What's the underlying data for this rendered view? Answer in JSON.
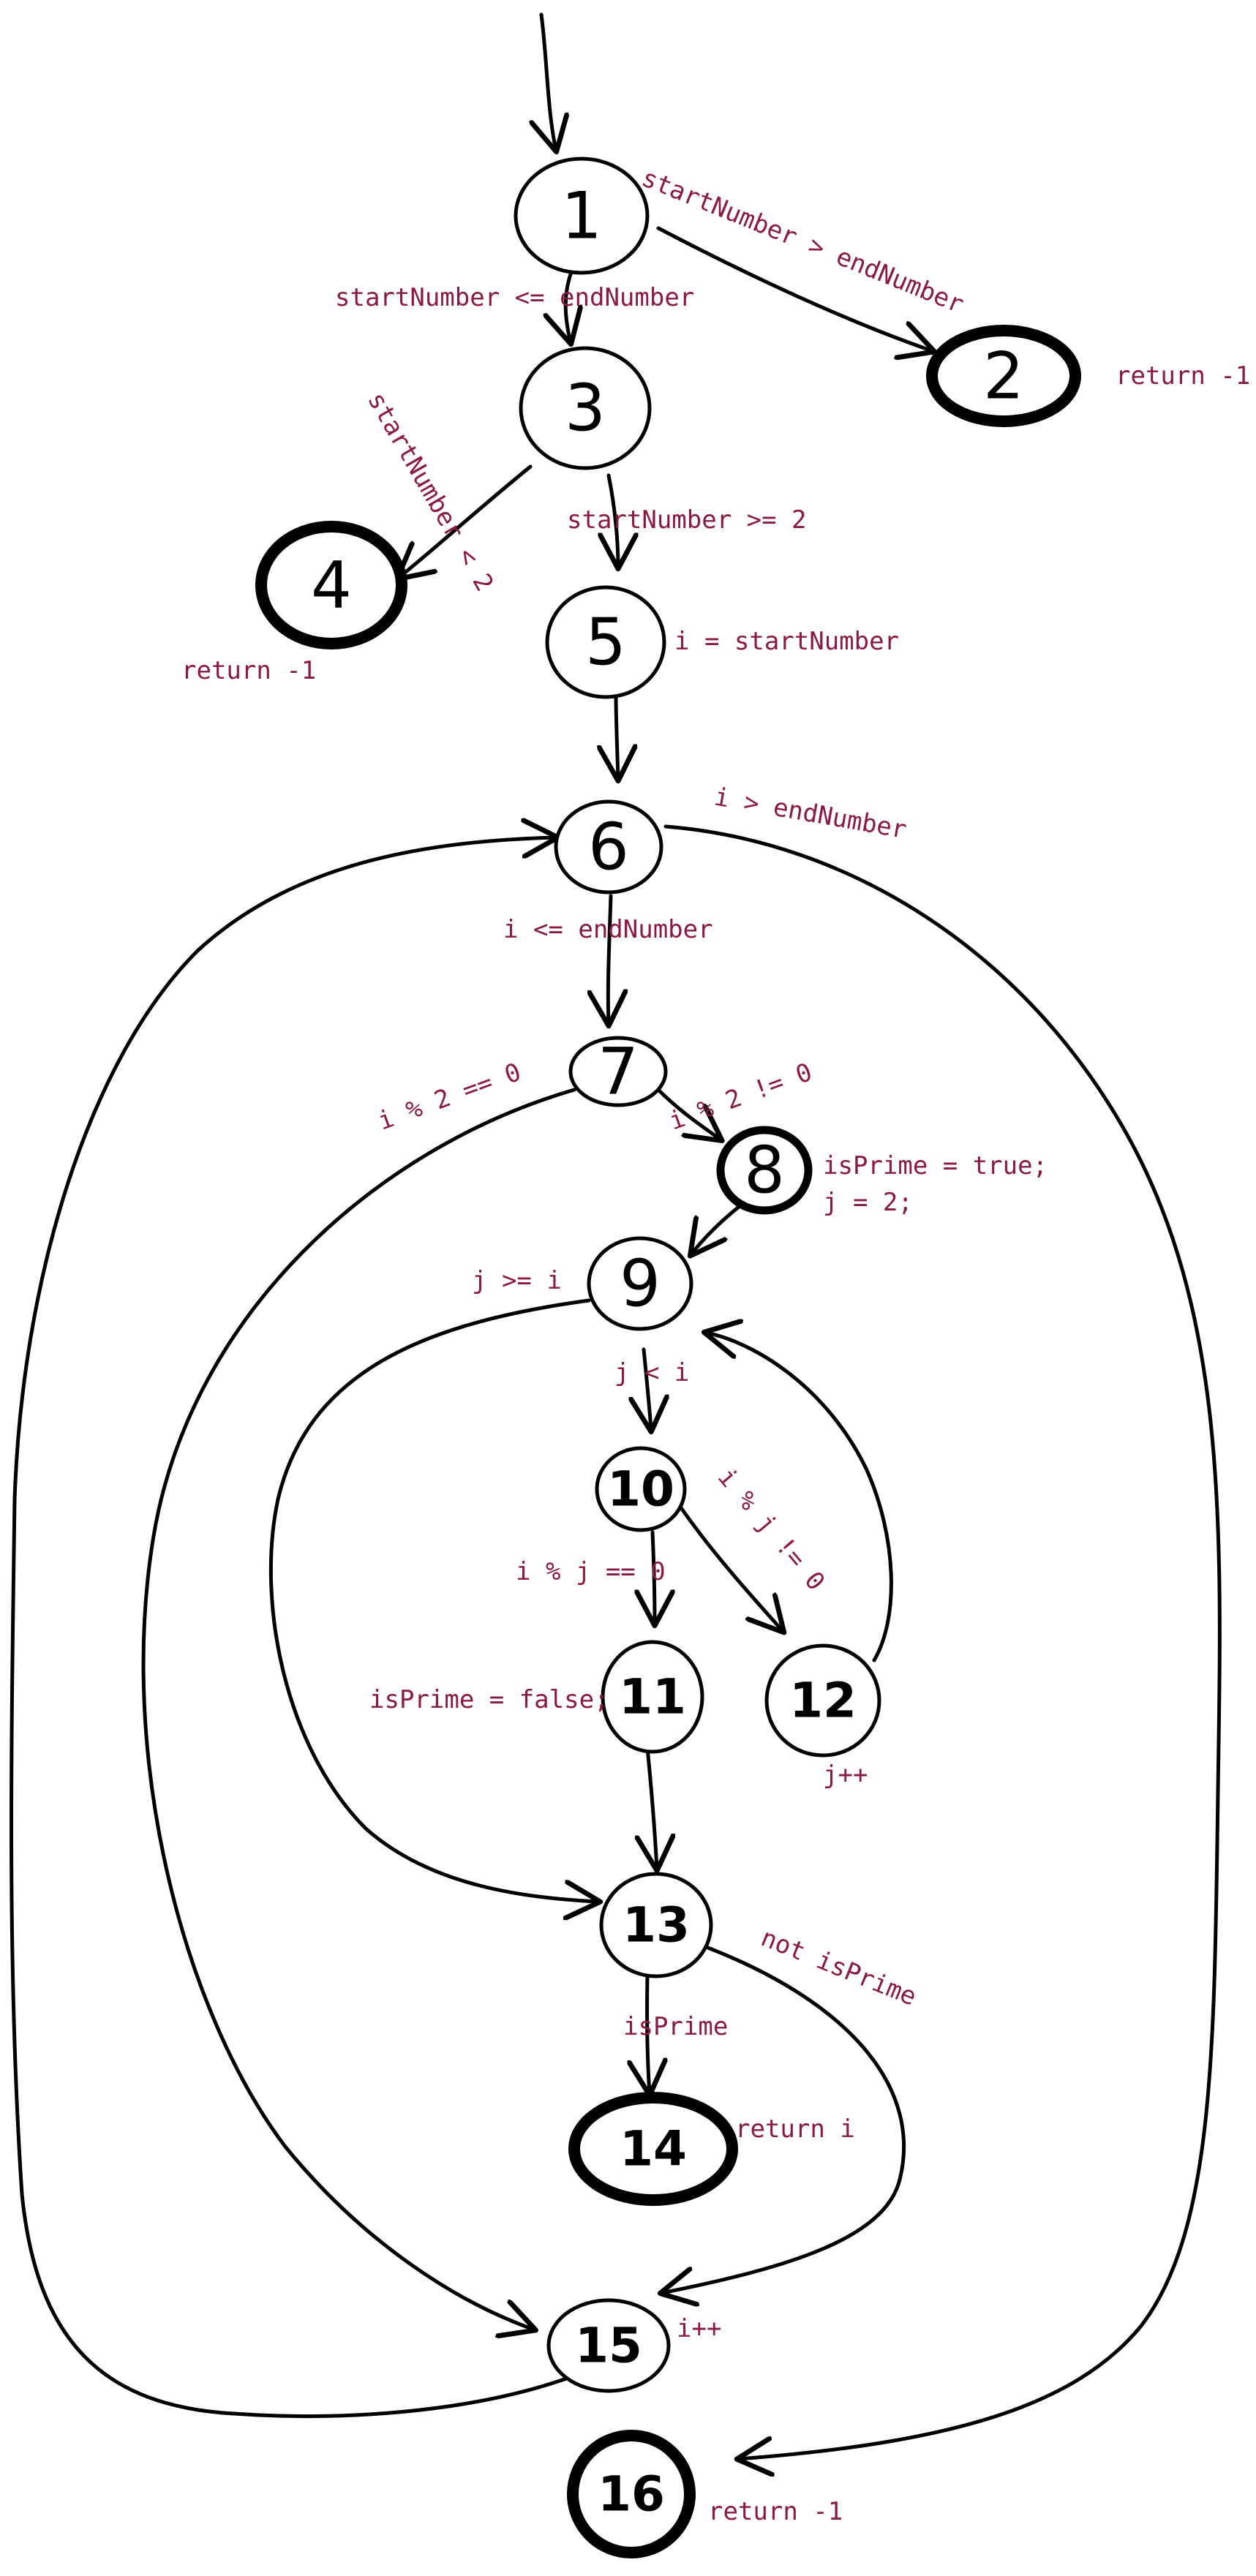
{
  "nodes": {
    "n1": "1",
    "n2": "2",
    "n3": "3",
    "n4": "4",
    "n5": "5",
    "n6": "6",
    "n7": "7",
    "n8": "8",
    "n9": "9",
    "n10": "10",
    "n11": "11",
    "n12": "12",
    "n13": "13",
    "n14": "14",
    "n15": "15",
    "n16": "16"
  },
  "edge_labels": {
    "e1_2": "startNumber > endNumber",
    "e1_3": "startNumber <= endNumber",
    "e3_4": "startNumber < 2",
    "e3_5": "startNumber >= 2",
    "e6_16": "i > endNumber",
    "e6_7": "i <= endNumber",
    "e7_15": "i % 2 == 0",
    "e7_8": "i % 2 != 0",
    "e9_13": "j >= i",
    "e9_10": "j < i",
    "e10_12": "i % j != 0",
    "e10_11": "i % j == 0",
    "e13_15": "not isPrime",
    "e13_14": "isPrime"
  },
  "node_notes": {
    "n2": "return -1",
    "n4": "return -1",
    "n5": "i = startNumber",
    "n8_line1": "isPrime = true;",
    "n8_line2": "j = 2;",
    "n11": "isPrime = false;",
    "n12": "j++",
    "n14": "return i",
    "n15": "i++",
    "n16": "return -1"
  }
}
